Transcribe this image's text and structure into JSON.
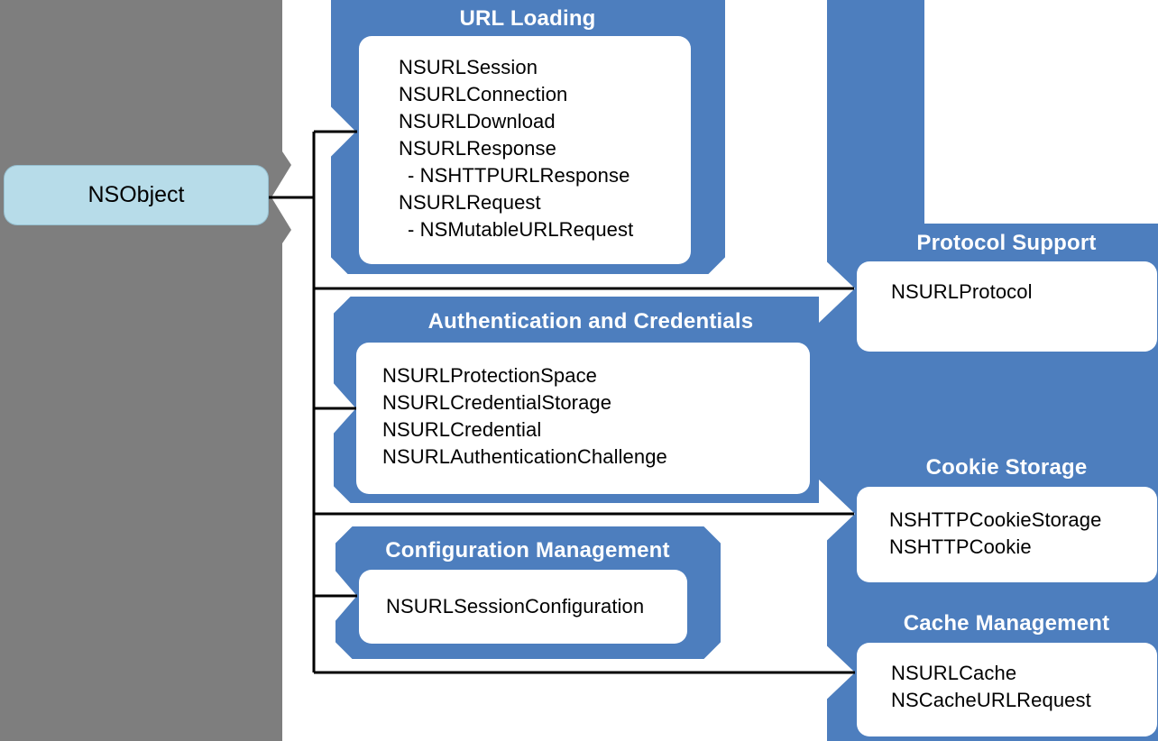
{
  "colors": {
    "group_blue": "#4D7EBE",
    "panel_gray": "#7E7E7E",
    "nsobject_fill": "#B7DCE9",
    "connector_black": "#000000",
    "title_text": "#FFFFFF",
    "class_text": "#000000",
    "background": "#FFFFFF"
  },
  "root_class": {
    "label": "NSObject"
  },
  "groups": [
    {
      "id": "url-loading",
      "title": "URL Loading",
      "classes": [
        {
          "label": "NSURLSession",
          "indented": false
        },
        {
          "label": "NSURLConnection",
          "indented": false
        },
        {
          "label": "NSURLDownload",
          "indented": false
        },
        {
          "label": "NSURLResponse",
          "indented": false
        },
        {
          "label": "- NSHTTPURLResponse",
          "indented": true
        },
        {
          "label": "NSURLRequest",
          "indented": false
        },
        {
          "label": "- NSMutableURLRequest",
          "indented": true
        }
      ]
    },
    {
      "id": "authentication-and-credentials",
      "title": "Authentication and Credentials",
      "classes": [
        {
          "label": "NSURLProtectionSpace",
          "indented": false
        },
        {
          "label": "NSURLCredentialStorage",
          "indented": false
        },
        {
          "label": "NSURLCredential",
          "indented": false
        },
        {
          "label": "NSURLAuthenticationChallenge",
          "indented": false
        }
      ]
    },
    {
      "id": "configuration-management",
      "title": "Configuration Management",
      "classes": [
        {
          "label": "NSURLSessionConfiguration",
          "indented": false
        }
      ]
    },
    {
      "id": "protocol-support",
      "title": "Protocol Support",
      "classes": [
        {
          "label": "NSURLProtocol",
          "indented": false
        }
      ]
    },
    {
      "id": "cookie-storage",
      "title": "Cookie Storage",
      "classes": [
        {
          "label": "NSHTTPCookieStorage",
          "indented": false
        },
        {
          "label": "NSHTTPCookie",
          "indented": false
        }
      ]
    },
    {
      "id": "cache-management",
      "title": "Cache Management",
      "classes": [
        {
          "label": "NSURLCache",
          "indented": false
        },
        {
          "label": "NSCacheURLRequest",
          "indented": false
        }
      ]
    }
  ]
}
